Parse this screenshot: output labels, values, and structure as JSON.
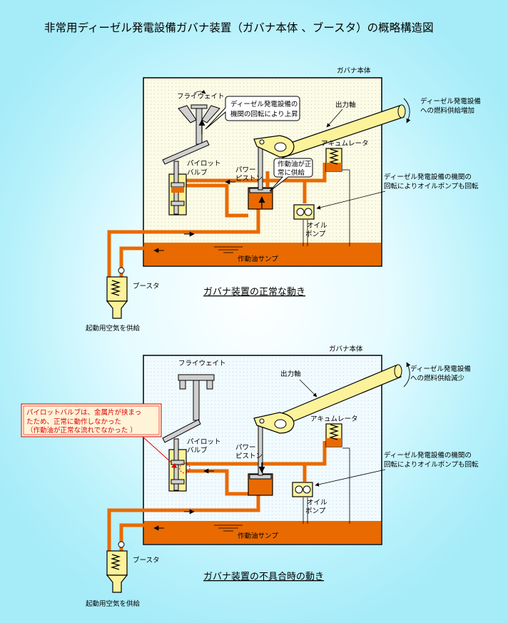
{
  "title": "非常用ディーゼル発電設備ガバナ装置（ガバナ本体 、ブースタ）の概略構造図",
  "colors": {
    "oil": "#e96a00",
    "shaft": "#fbf29a",
    "body_bg": "#fbfbe6",
    "body_bg2": "#f0fbff",
    "note_red": "#e00000",
    "note_bg": "#fff3d8"
  },
  "top": {
    "body_title": "ガバナ本体",
    "flyweight": "フライウェイト",
    "callout_rotation": [
      "ディーゼル発電設備の",
      "機関の回転により上昇"
    ],
    "output_shaft": "出力軸",
    "fuel": [
      "ディーゼル発電設備",
      "への燃料供給増加"
    ],
    "accumulator": "アキュムレータ",
    "pilot_valve": [
      "パイロット",
      "バルブ"
    ],
    "power_piston": [
      "パワー",
      "ピストン"
    ],
    "callout_oil": [
      "作動油が正",
      "常に供給"
    ],
    "pump_note": [
      "ディーゼル発電設備の機関の",
      "回転によりオイルポンプも回転"
    ],
    "oil_pump": [
      "オイル",
      "ポンプ"
    ],
    "sump": "作動油サンプ",
    "booster": "ブースタ",
    "air": "起動用空気を供給",
    "caption": "ガバナ装置の正常な動き"
  },
  "bottom": {
    "body_title": "ガバナ本体",
    "flyweight": "フライウェイト",
    "output_shaft": "出力軸",
    "fuel": [
      "ディーゼル発電設備",
      "への燃料供給減少"
    ],
    "accumulator": "アキュムレータ",
    "pilot_note": [
      "パイロットバルブは、金属片が挟まっ",
      "たため、正常に動作しなかった",
      "（作動油が正常な流れでなかった ）"
    ],
    "pilot_valve": [
      "パイロット",
      "バルブ"
    ],
    "power_piston": [
      "パワー",
      "ピストン"
    ],
    "pump_note": [
      "ディーゼル発電設備の機関の",
      "回転によりオイルポンプも回転"
    ],
    "oil_pump": [
      "オイル",
      "ポンプ"
    ],
    "sump": "作動油サンプ",
    "booster": "ブースタ",
    "air": "起動用空気を供給",
    "caption": "ガバナ装置の不具合時の動き"
  }
}
